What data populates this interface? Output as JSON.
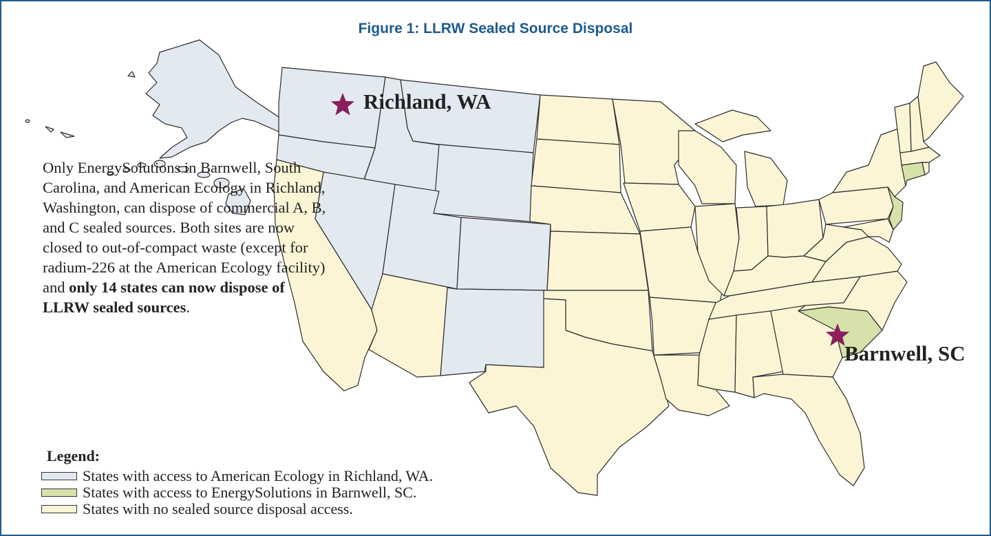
{
  "figure": {
    "title": "Figure 1: LLRW Sealed Source Disposal",
    "border_color": "#1d5a8c"
  },
  "sites": {
    "richland": {
      "label": "Richland, WA",
      "marker_color": "#8a1f5b"
    },
    "barnwell": {
      "label": "Barnwell, SC",
      "marker_color": "#8a1f5b"
    }
  },
  "description": {
    "part1": "Only EnergySolutions in Barnwell, South Carolina, and American Ecology in Richland, Washington, can dispose of commercial A, B, and C sealed sources.  Both sites are now closed to out-of-compact waste (except for radium-226 at the American Ecology facility) and ",
    "bold": "only 14 states can now dispose of LLRW sealed sources",
    "part2": "."
  },
  "legend": {
    "title": "Legend:",
    "items": [
      {
        "label": "States with access to American Ecology in Richland, WA.",
        "color": "#e3e9f1"
      },
      {
        "label": "States with access to EnergySolutions in Barnwell, SC.",
        "color": "#d6e2a9"
      },
      {
        "label": "States with no sealed source disposal access.",
        "color": "#fbf5d6"
      }
    ]
  },
  "state_groups": {
    "richland_access": [
      "AK",
      "HI",
      "WA",
      "OR",
      "ID",
      "MT",
      "WY",
      "UT",
      "NV",
      "CO",
      "NM"
    ],
    "barnwell_access": [
      "SC",
      "NJ",
      "CT"
    ]
  }
}
